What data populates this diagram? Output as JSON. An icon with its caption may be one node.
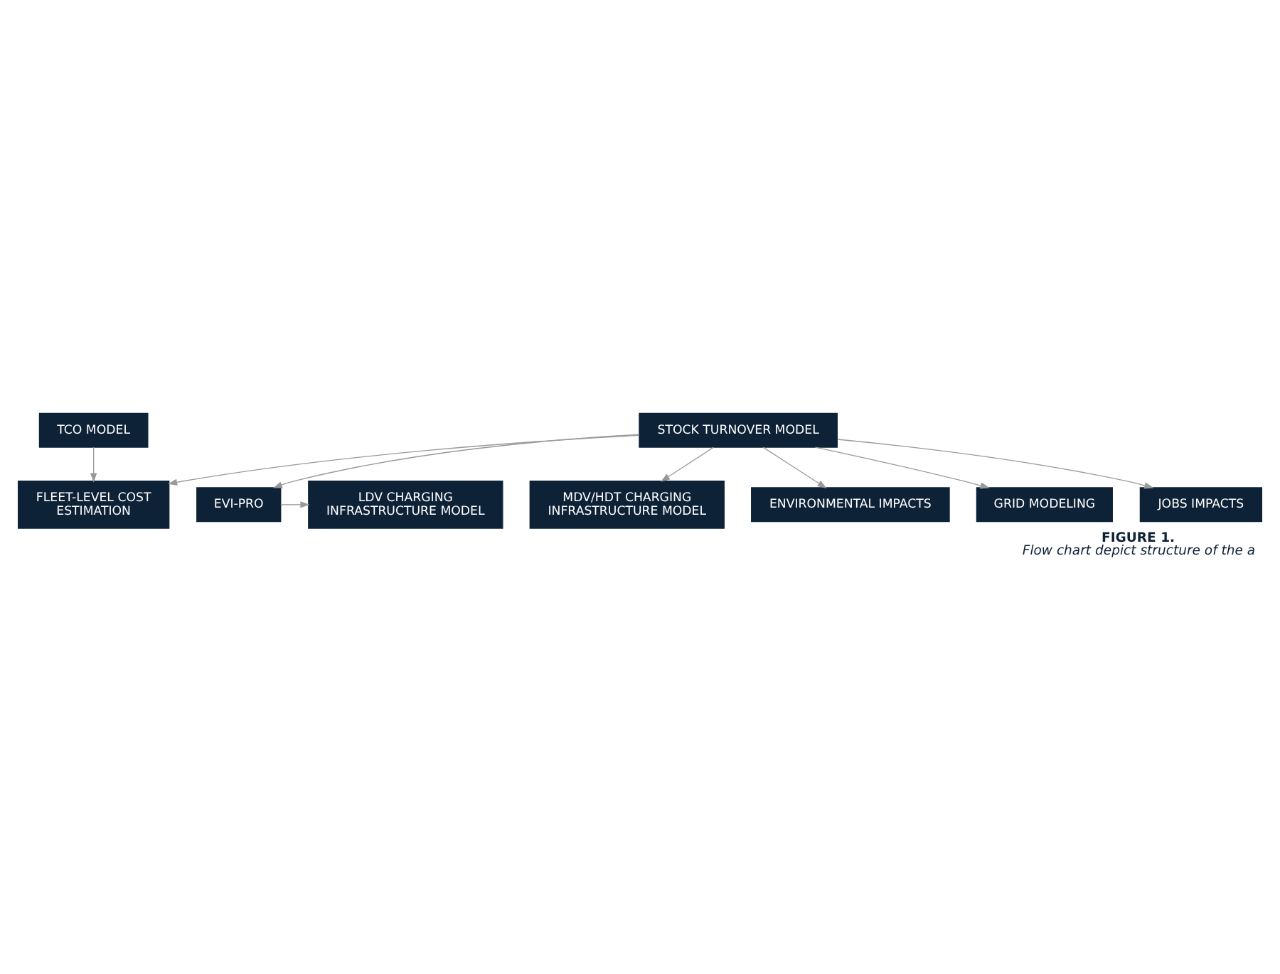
{
  "diagram": {
    "title": "FIGURE 1.",
    "caption": "Flow chart depict structure of the a",
    "nodes": [
      {
        "text": [
          "TCO MODEL"
        ]
      },
      {
        "text": [
          "STOCK TURNOVER MODEL"
        ]
      },
      {
        "text": [
          "FLEET-LEVEL COST ESTIMATION"
        ]
      },
      {
        "text": [
          "EVI-PRO"
        ]
      },
      {
        "text": [
          "LDV CHARGING INFRASTRUCTURE MODEL"
        ]
      },
      {
        "text": [
          "MDV/HDT CHARGING INFRASTRUCTURE MODEL"
        ]
      },
      {
        "text": [
          "ENVIRONMENTAL IMPACTS"
        ]
      },
      {
        "text": [
          "GRID MODELING"
        ]
      },
      {
        "text": [
          "JOBS IMPACTS"
        ]
      }
    ],
    "edges": [
      {
        "from": 0,
        "to": 2,
        "arrow": "to"
      },
      {
        "from": 1,
        "to": 2,
        "arrow": "to"
      },
      {
        "from": 1,
        "to": 3,
        "arrow": "to"
      },
      {
        "from": 3,
        "to": 4,
        "arrow": "to"
      },
      {
        "from": 1,
        "to": 5,
        "arrow": "to"
      },
      {
        "from": 1,
        "to": 6,
        "arrow": "to"
      },
      {
        "from": 1,
        "to": 7,
        "arrow": "to"
      },
      {
        "from": 1,
        "to": 8,
        "arrow": "to"
      }
    ]
  }
}
